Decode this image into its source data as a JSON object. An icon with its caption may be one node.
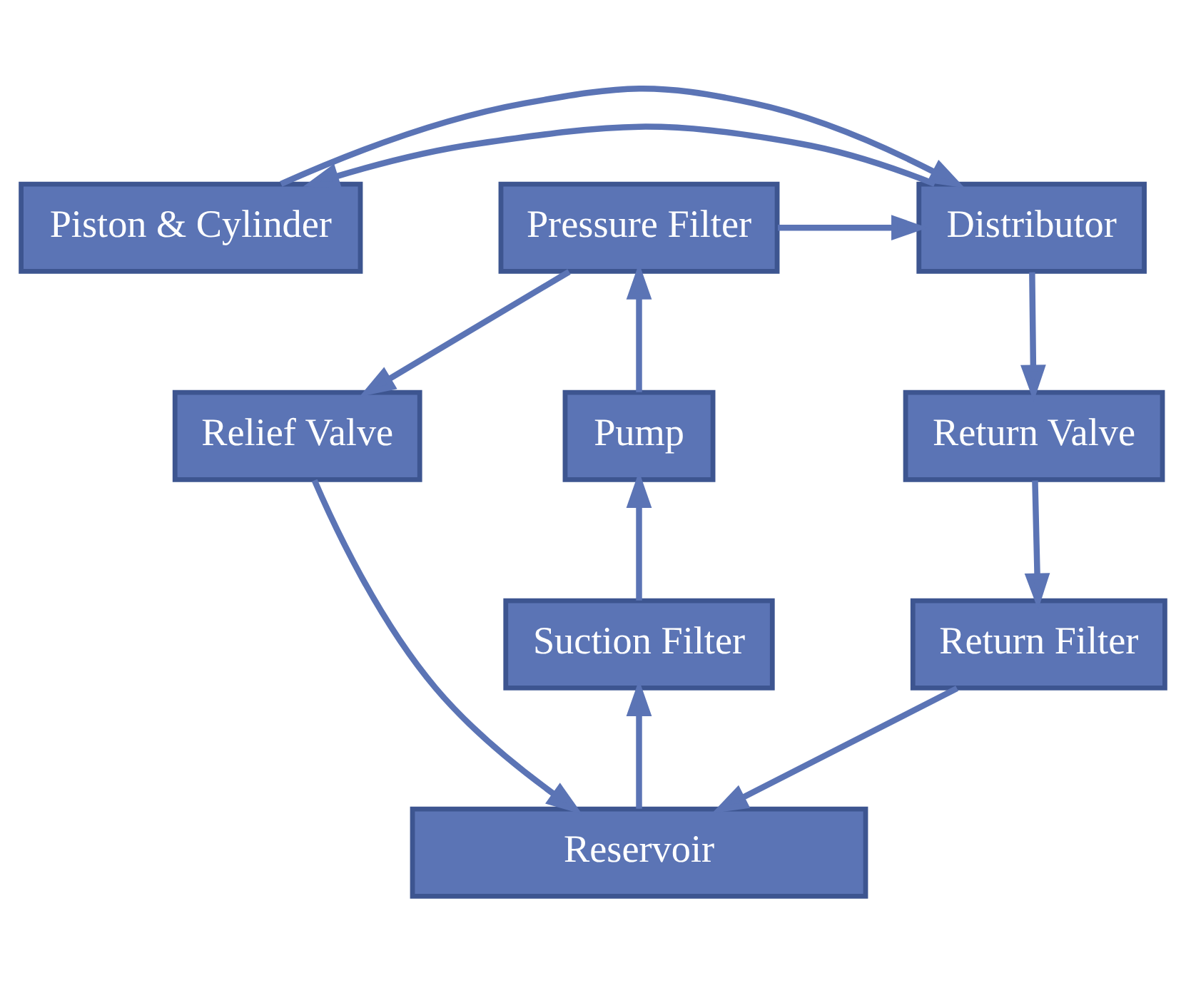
{
  "diagram": {
    "nodes": [
      {
        "text": [
          "Piston & Cylinder"
        ]
      },
      {
        "text": [
          "Distributor"
        ]
      },
      {
        "text": [
          "Pressure Filter"
        ]
      },
      {
        "text": [
          "Return Valve"
        ]
      },
      {
        "text": [
          "Relief Valve"
        ]
      },
      {
        "text": [
          "Pump"
        ]
      },
      {
        "text": [
          "Return Filter"
        ]
      },
      {
        "text": [
          "Suction Filter"
        ]
      },
      {
        "text": [
          "Reservoir"
        ]
      }
    ],
    "edges": [
      {
        "from": 1,
        "to": 0,
        "arrow": "to"
      },
      {
        "from": 0,
        "to": 1,
        "arrow": "to"
      },
      {
        "from": 2,
        "to": 1,
        "arrow": "to"
      },
      {
        "from": 2,
        "to": 4,
        "arrow": "to"
      },
      {
        "from": 1,
        "to": 3,
        "arrow": "to"
      },
      {
        "from": 5,
        "to": 2,
        "arrow": "to"
      },
      {
        "from": 3,
        "to": 6,
        "arrow": "to"
      },
      {
        "from": 6,
        "to": 8,
        "arrow": "to"
      },
      {
        "from": 4,
        "to": 8,
        "arrow": "to"
      },
      {
        "from": 7,
        "to": 5,
        "arrow": "to"
      },
      {
        "from": 8,
        "to": 7,
        "arrow": "to"
      }
    ]
  }
}
